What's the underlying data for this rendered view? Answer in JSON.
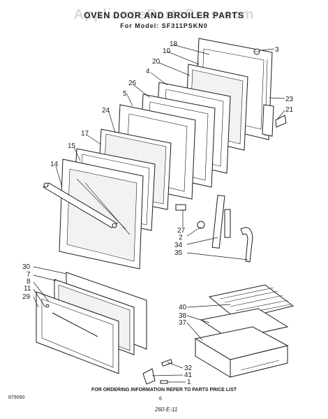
{
  "watermark": "AppliancePartsPros.com",
  "title": "OVEN DOOR AND BROILER PARTS",
  "subtitle": "For Model: SF311PSKN0",
  "footer": {
    "ordering_note": "FOR ORDERING INFORMATION REFER TO PARTS PRICE LIST",
    "diagram_number": "879060",
    "page_number": "6",
    "handwritten_note": "260-E-11"
  },
  "callouts": [
    "18",
    "10",
    "3",
    "20",
    "4",
    "26",
    "23",
    "5",
    "21",
    "24",
    "17",
    "15",
    "14",
    "27",
    "2",
    "34",
    "35",
    "30",
    "7",
    "8",
    "11",
    "29",
    "40",
    "38",
    "37",
    "32",
    "41",
    "1"
  ]
}
